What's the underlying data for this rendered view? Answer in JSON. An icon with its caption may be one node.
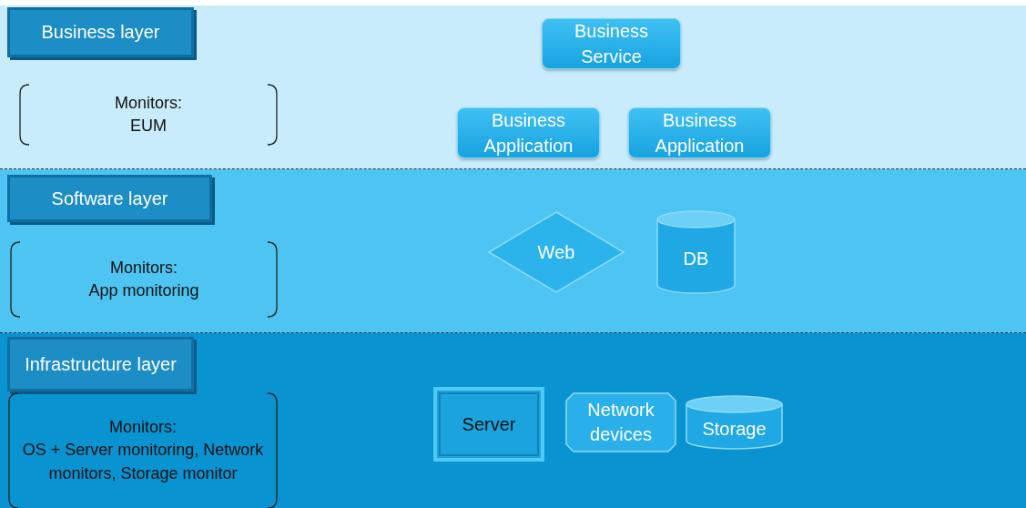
{
  "diagram": {
    "nodes": [
      {
        "text": [
          "Business layer"
        ]
      },
      {
        "text": [
          "Monitors:",
          "EUM"
        ]
      },
      {
        "text": [
          "Business Service"
        ]
      },
      {
        "text": [
          "Business Application"
        ]
      },
      {
        "text": [
          "Business Application"
        ]
      },
      {
        "text": [
          "Software layer"
        ]
      },
      {
        "text": [
          "Monitors:",
          "App monitoring"
        ]
      },
      {
        "text": [
          "Web"
        ]
      },
      {
        "text": [
          "DB"
        ]
      },
      {
        "text": [
          "Infrastructure layer"
        ]
      },
      {
        "text": [
          "Monitors:",
          "OS + Server monitoring, Network monitors, Storage monitor"
        ]
      },
      {
        "text": [
          "Server"
        ]
      },
      {
        "text": [
          "Network devices"
        ]
      },
      {
        "text": [
          "Storage"
        ]
      }
    ],
    "edges": []
  }
}
